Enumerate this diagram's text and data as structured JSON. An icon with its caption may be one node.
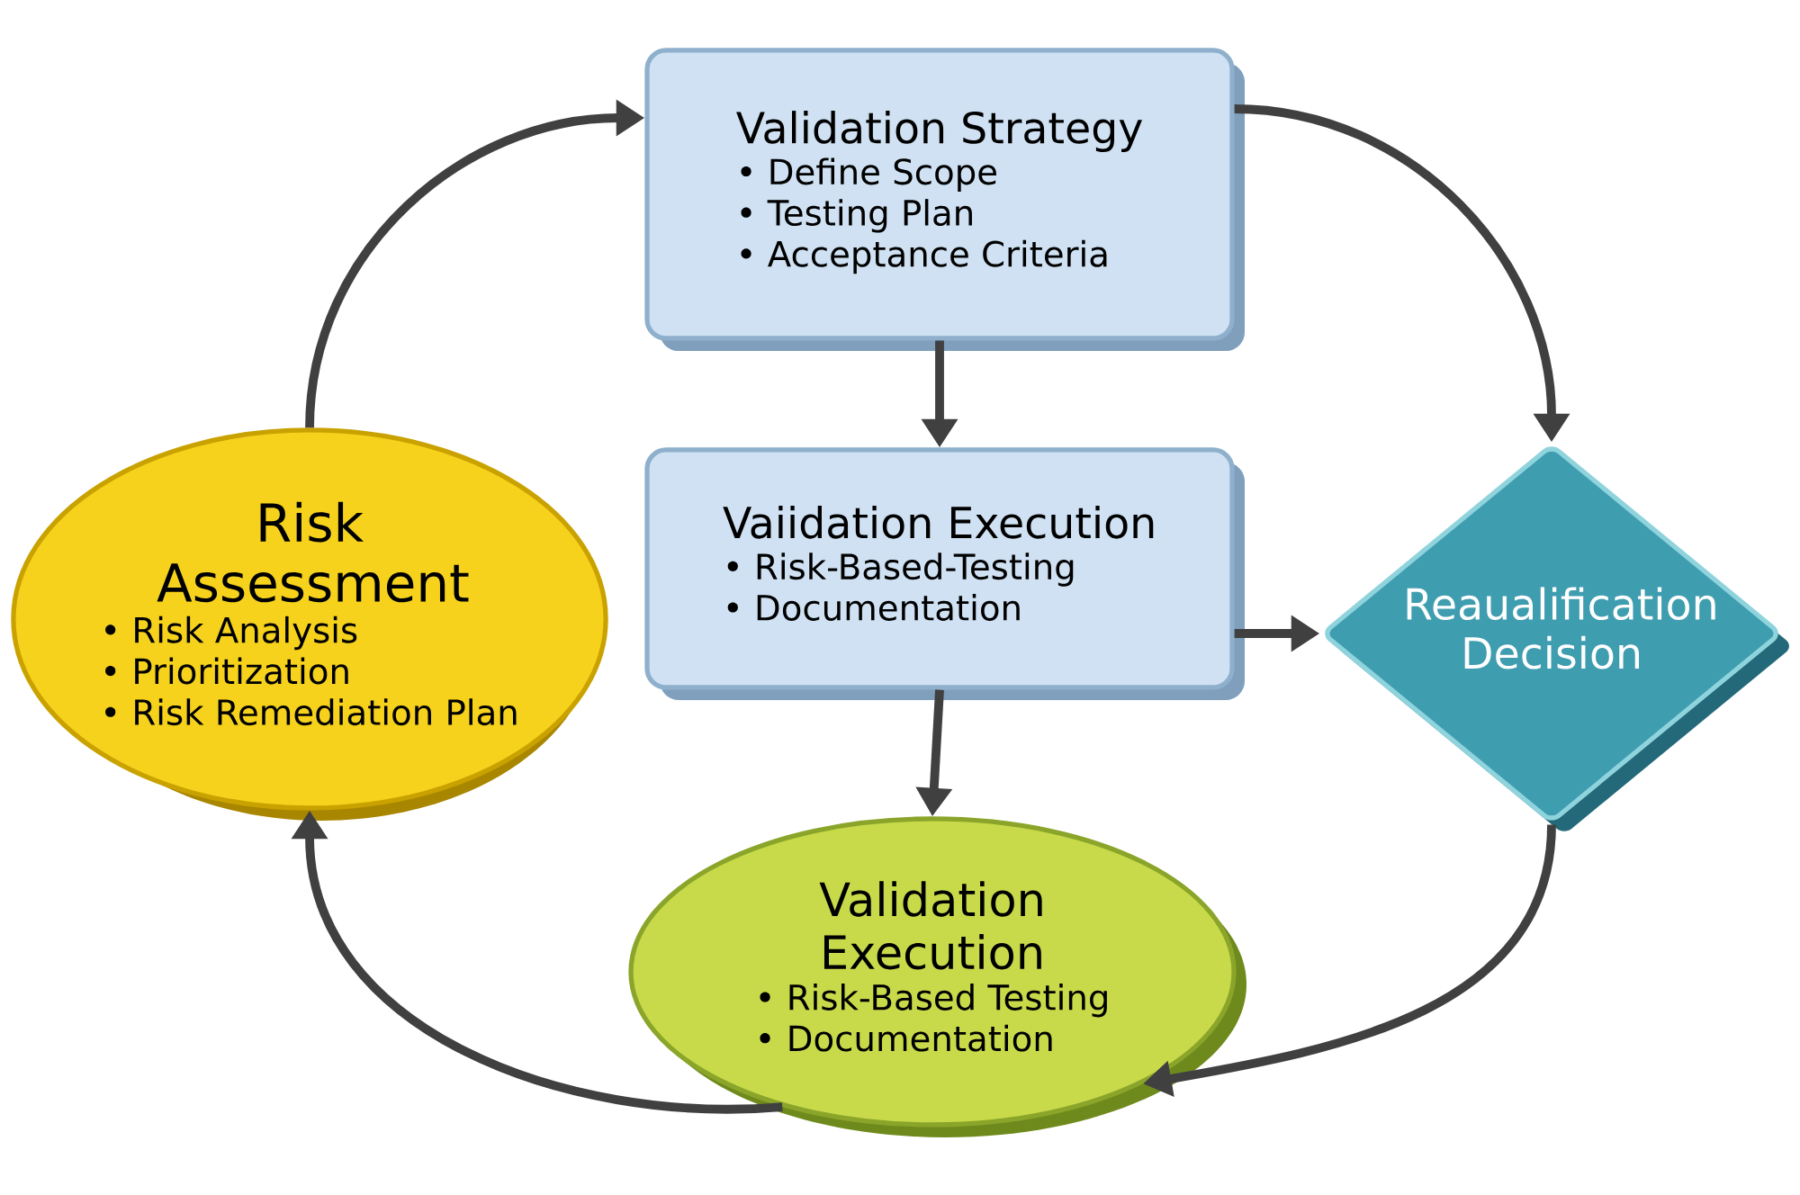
{
  "diagram": {
    "nodes": [
      {
        "text": [
          "Validation Strategy",
          "• Define Scope",
          "• Testing Plan",
          "• Acceptance Criteria"
        ]
      },
      {
        "text": [
          "Vaiidation Execution",
          "• Risk-Based-Testing",
          "• Documentation"
        ]
      },
      {
        "text": [
          "Reaualification Decision"
        ]
      },
      {
        "text": [
          "Validation Execution",
          "• Risk-Based Testing",
          "• Documentation"
        ]
      },
      {
        "text": [
          "Risk Assessment",
          "• Risk Analysis",
          "• Prioritization",
          "• Risk Remediation Plan"
        ]
      }
    ],
    "edges": [
      {
        "from": 4,
        "to": 0,
        "arrow": "to"
      },
      {
        "from": 0,
        "to": 2,
        "arrow": "to"
      },
      {
        "from": 0,
        "to": 1,
        "arrow": "to"
      },
      {
        "from": 1,
        "to": 2,
        "arrow": "to"
      },
      {
        "from": 1,
        "to": 3,
        "arrow": "to"
      },
      {
        "from": 2,
        "to": 3,
        "arrow": "to"
      },
      {
        "from": 3,
        "to": 4,
        "arrow": "to"
      }
    ]
  }
}
